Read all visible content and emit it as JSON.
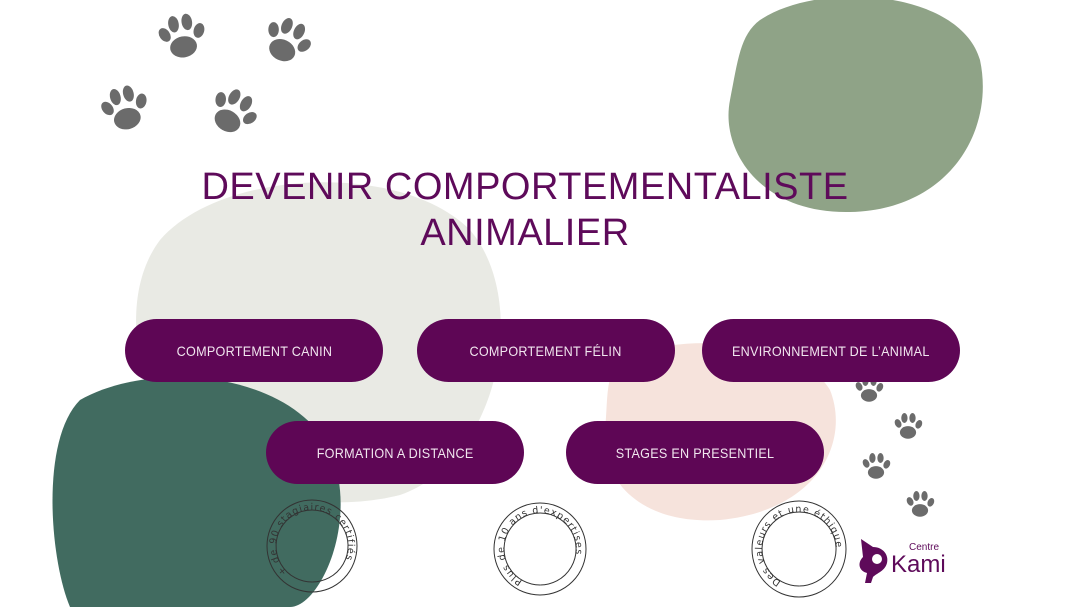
{
  "title": {
    "line1": "DEVENIR COMPORTEMENTALISTE",
    "line2": "ANIMALIER"
  },
  "buttons": [
    {
      "label": "COMPORTEMENT CANIN"
    },
    {
      "label": "COMPORTEMENT FÉLIN"
    },
    {
      "label": "ENVIRONNEMENT DE L’ANIMAL"
    },
    {
      "label": "FORMATION A DISTANCE"
    },
    {
      "label": "STAGES EN PRESENTIEL"
    }
  ],
  "badges": [
    {
      "text": "+ de 90 stagiaires certifiés"
    },
    {
      "text": "Plus de 10 ans d'expertises"
    },
    {
      "text": "Des valeurs et une éthique"
    }
  ],
  "logo": {
    "small": "Centre",
    "big": "Kami"
  },
  "colors": {
    "primary": "#5e0655",
    "sage": "#8fa387",
    "dark_green": "#416b60",
    "grey_blob": "#e9eae4",
    "peach": "#f6e3dc",
    "paw": "#6b6b6b"
  }
}
